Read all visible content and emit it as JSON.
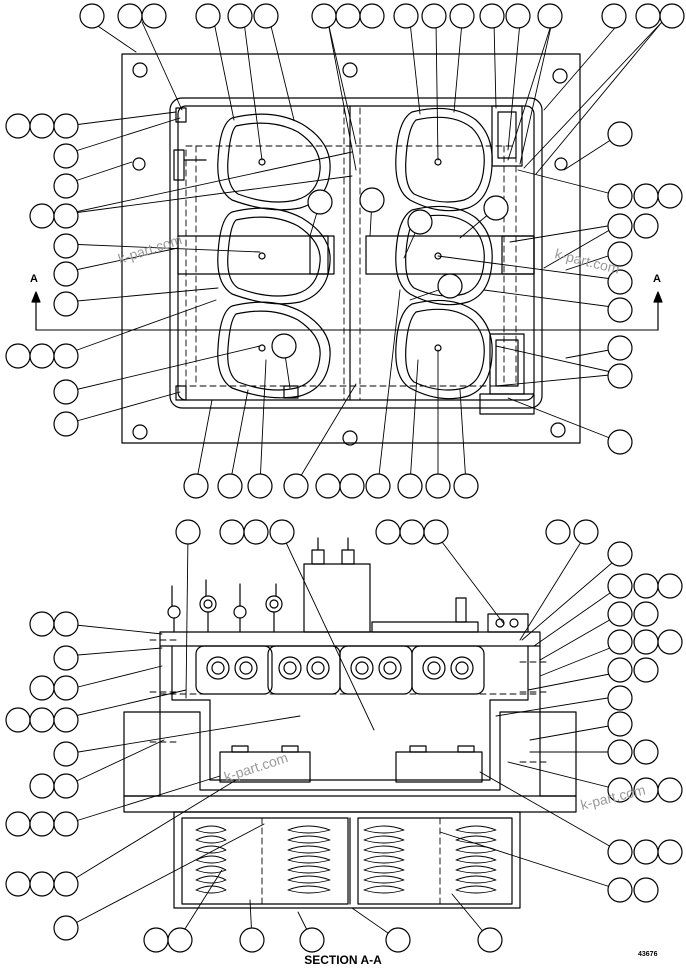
{
  "figure": {
    "section_marker": "A",
    "caption": "SECTION A-A",
    "reference_number": "43676",
    "watermark": "k-part.com"
  },
  "colors": {
    "line": "#000000",
    "watermark": "#9a9a9a",
    "background": "#ffffff"
  }
}
